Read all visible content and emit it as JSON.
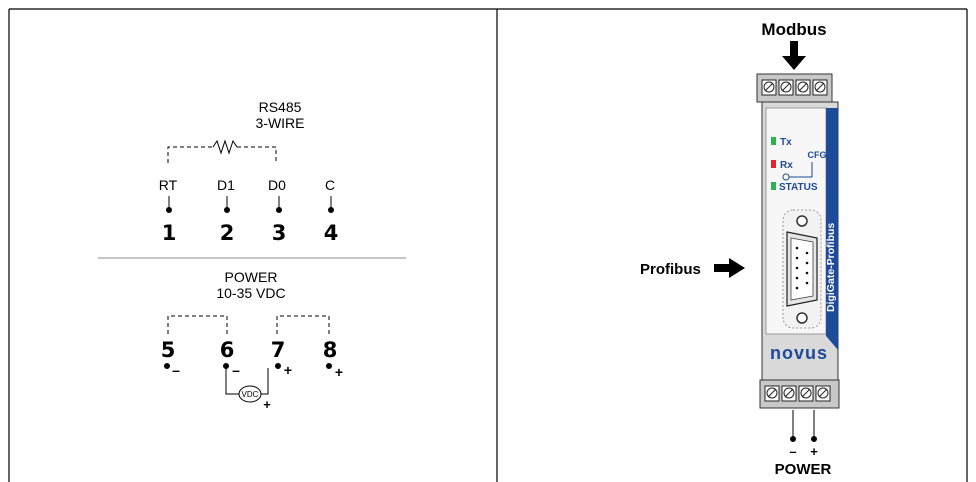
{
  "left": {
    "rs485_title": "RS485",
    "rs485_subtitle": "3-WIRE",
    "signal_labels": [
      "RT",
      "D1",
      "D0",
      "C"
    ],
    "top_terminals": [
      "1",
      "2",
      "3",
      "4"
    ],
    "power_title": "POWER",
    "power_subtitle": "10-35 VDC",
    "bottom_terminals": [
      "5",
      "6",
      "7",
      "8"
    ],
    "polarity": {
      "t5": "–",
      "t6": "–",
      "t7": "+",
      "t8": "+"
    },
    "vdc_label": "VDC",
    "vdc_plus": "+"
  },
  "right": {
    "modbus_label": "Modbus",
    "profibus_label": "Profibus",
    "leds": [
      {
        "label": "Tx",
        "color": "#2bb24c"
      },
      {
        "label": "Rx",
        "color": "#e0262c"
      },
      {
        "label": "STATUS",
        "color": "#2bb24c"
      }
    ],
    "cfg_label": "CFG",
    "side_label": "DigiGate-Profibus",
    "brand": "novus",
    "power_minus": "–",
    "power_plus": "+",
    "power_label": "POWER"
  },
  "colors": {
    "device_blue": "#1e4a9a",
    "panel_grey": "#c8c8c8",
    "terminal_grey": "#a9a9a9"
  }
}
